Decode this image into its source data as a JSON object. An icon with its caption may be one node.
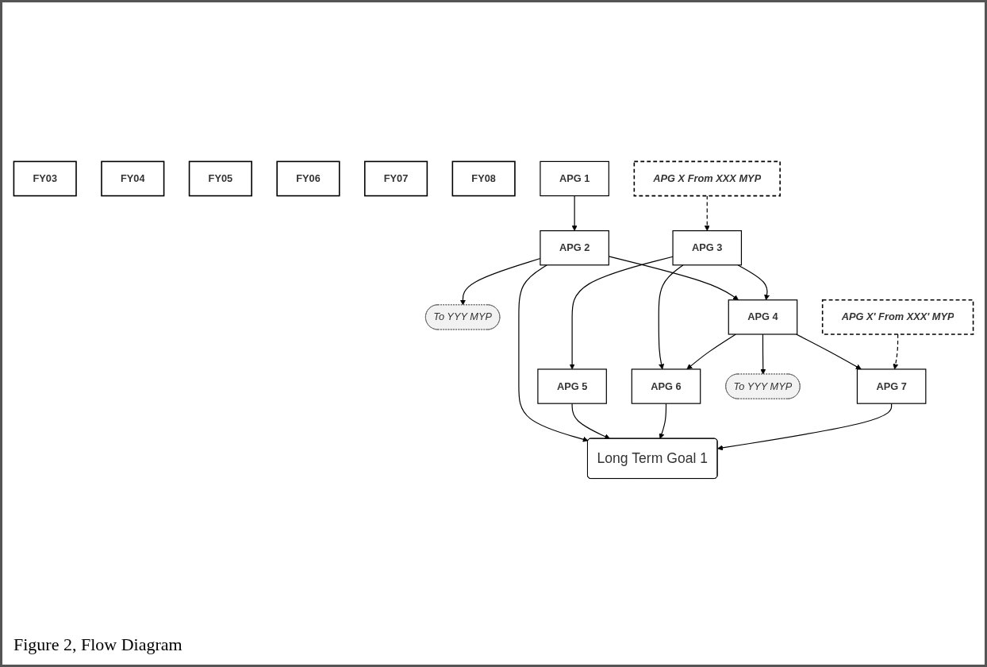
{
  "diagram": {
    "caption": "Figure 2, Flow Diagram",
    "nodes": [
      {
        "text": [
          "FY03"
        ]
      },
      {
        "text": [
          "FY04"
        ]
      },
      {
        "text": [
          "FY05"
        ]
      },
      {
        "text": [
          "FY06"
        ]
      },
      {
        "text": [
          "FY07"
        ]
      },
      {
        "text": [
          "FY08"
        ]
      },
      {
        "text": [
          "APG 2"
        ]
      },
      {
        "text": [
          "APG 4"
        ]
      },
      {
        "text": [
          "To YYY MYP"
        ]
      },
      {
        "text": [
          "APG 1"
        ]
      },
      {
        "text": [
          "APG 3"
        ]
      },
      {
        "text": [
          "APG 6"
        ]
      },
      {
        "text": [
          "APG X' From XXX' MYP"
        ]
      },
      {
        "text": [
          "To YYY MYP"
        ]
      },
      {
        "text": [
          "APG X From XXX MYP"
        ]
      },
      {
        "text": [
          "APG 5"
        ]
      },
      {
        "text": [
          "APG 7"
        ]
      },
      {
        "text": [
          "Long Term Goal 1"
        ]
      }
    ],
    "edges": [
      {
        "from": 9,
        "to": 6,
        "arrow": "to"
      },
      {
        "from": 6,
        "to": 7,
        "arrow": "to"
      },
      {
        "from": 6,
        "to": 13,
        "arrow": "to"
      },
      {
        "from": 6,
        "to": 17,
        "arrow": "to"
      },
      {
        "from": 10,
        "to": 7,
        "arrow": "to"
      },
      {
        "from": 10,
        "to": 11,
        "arrow": "to"
      },
      {
        "from": 10,
        "to": 15,
        "arrow": "to"
      },
      {
        "from": 7,
        "to": 11,
        "arrow": "to"
      },
      {
        "from": 7,
        "to": 8,
        "arrow": "to"
      },
      {
        "from": 7,
        "to": 16,
        "arrow": "to"
      },
      {
        "from": 14,
        "to": 10,
        "arrow": "to",
        "style": "dashed"
      },
      {
        "from": 12,
        "to": 16,
        "arrow": "to",
        "style": "dashed"
      },
      {
        "from": 15,
        "to": 17,
        "arrow": "to"
      },
      {
        "from": 11,
        "to": 17,
        "arrow": "to"
      },
      {
        "from": 16,
        "to": 17,
        "arrow": "to"
      }
    ]
  }
}
